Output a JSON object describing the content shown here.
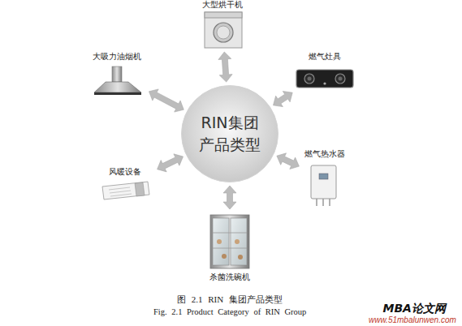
{
  "diagram": {
    "caption": "图 2.1 RIN 集团产品类型",
    "nodes": [
      {
        "text": [
          "大型烘干机"
        ]
      },
      {
        "text": [
          "大吸力油烟机"
        ]
      },
      {
        "text": [
          "燃气灶具"
        ]
      },
      {
        "text": [
          "RIN集团 产品类型"
        ]
      },
      {
        "text": [
          "风暖设备"
        ]
      },
      {
        "text": [
          "燃气热水器"
        ]
      },
      {
        "text": [
          "杀菌洗碗机"
        ]
      }
    ],
    "edges": [
      {
        "from": 3,
        "to": 0,
        "arrow": "both"
      },
      {
        "from": 3,
        "to": 1,
        "arrow": "both"
      },
      {
        "from": 3,
        "to": 2,
        "arrow": "both"
      },
      {
        "from": 3,
        "to": 4,
        "arrow": "both"
      },
      {
        "from": 3,
        "to": 5,
        "arrow": "both"
      },
      {
        "from": 3,
        "to": 6,
        "arrow": "both"
      }
    ],
    "labels": [
      "Fig. 2.1 Product Category of RIN Group",
      "MBA论文网",
      "www.51mbalunwen.com"
    ]
  }
}
